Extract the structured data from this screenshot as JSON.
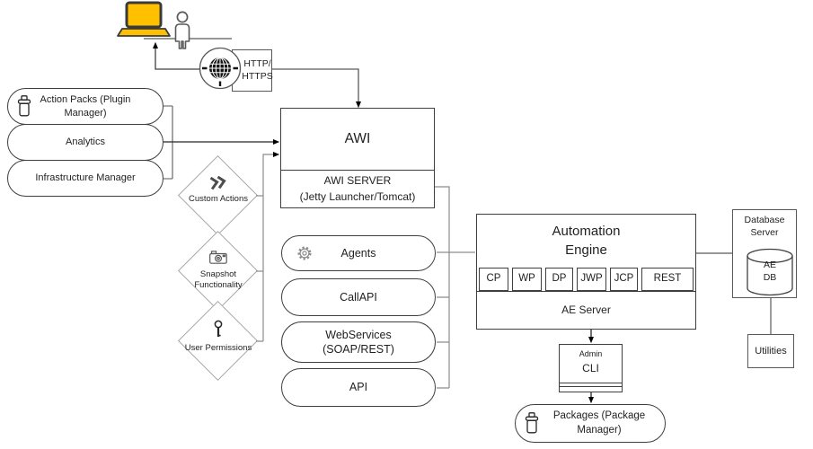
{
  "colors": {
    "laptop_yellow": "#FFC000",
    "box_border": "#3f3f3f",
    "diamond_border": "#a6a6a6",
    "connector_gray": "#8c8c8c",
    "arrow_black": "#000000"
  },
  "client": {
    "http_label": "HTTP/\nHTTPS"
  },
  "left_stack": {
    "items": [
      {
        "label": "Action Packs (Plugin\nManager)",
        "icon": "jar-icon"
      },
      {
        "label": "Analytics"
      },
      {
        "label": "Infrastructure Manager"
      }
    ]
  },
  "features": [
    {
      "label": "Custom Actions",
      "icon": "chevrons-icon"
    },
    {
      "label": "Snapshot\nFunctionality",
      "icon": "camera-icon"
    },
    {
      "label": "User Permissions",
      "icon": "key-icon"
    }
  ],
  "awi": {
    "title": "AWI",
    "server_label": "AWI SERVER\n(Jetty Launcher/Tomcat)"
  },
  "interfaces": [
    {
      "label": "Agents",
      "icon": "gear-icon"
    },
    {
      "label": "CallAPI"
    },
    {
      "label": "WebServices\n(SOAP/REST)"
    },
    {
      "label": "API"
    }
  ],
  "automation_engine": {
    "title": "Automation\nEngine",
    "processes": [
      "CP",
      "WP",
      "DP",
      "JWP",
      "JCP",
      "REST"
    ],
    "server_label": "AE Server"
  },
  "database": {
    "title": "Database\nServer",
    "db_label": "AE\nDB",
    "utilities_label": "Utilities"
  },
  "admin": {
    "title": "Admin",
    "cli_label": "CLI"
  },
  "packages": {
    "label": "Packages (Package Manager)"
  }
}
